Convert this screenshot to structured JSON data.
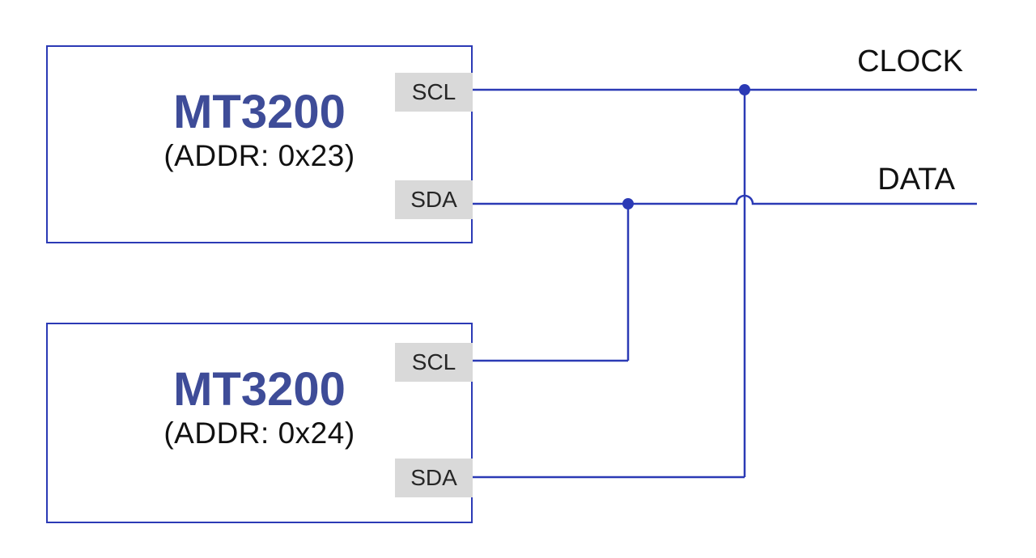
{
  "diagram": {
    "devices": [
      {
        "name": "MT3200",
        "addr": "(ADDR: 0x23)",
        "pins": [
          {
            "label": "SCL"
          },
          {
            "label": "SDA"
          }
        ]
      },
      {
        "name": "MT3200",
        "addr": "(ADDR: 0x24)",
        "pins": [
          {
            "label": "SCL"
          },
          {
            "label": "SDA"
          }
        ]
      }
    ],
    "bus_labels": {
      "clock": "CLOCK",
      "data": "DATA"
    },
    "colors": {
      "wire": "#2b3ab5",
      "device_border": "#2b3ab5",
      "device_name": "#3e4c98",
      "pin_bg": "#d9d9d9",
      "pin_text": "#262626",
      "label_text": "#111111",
      "bg": "#ffffff"
    }
  }
}
